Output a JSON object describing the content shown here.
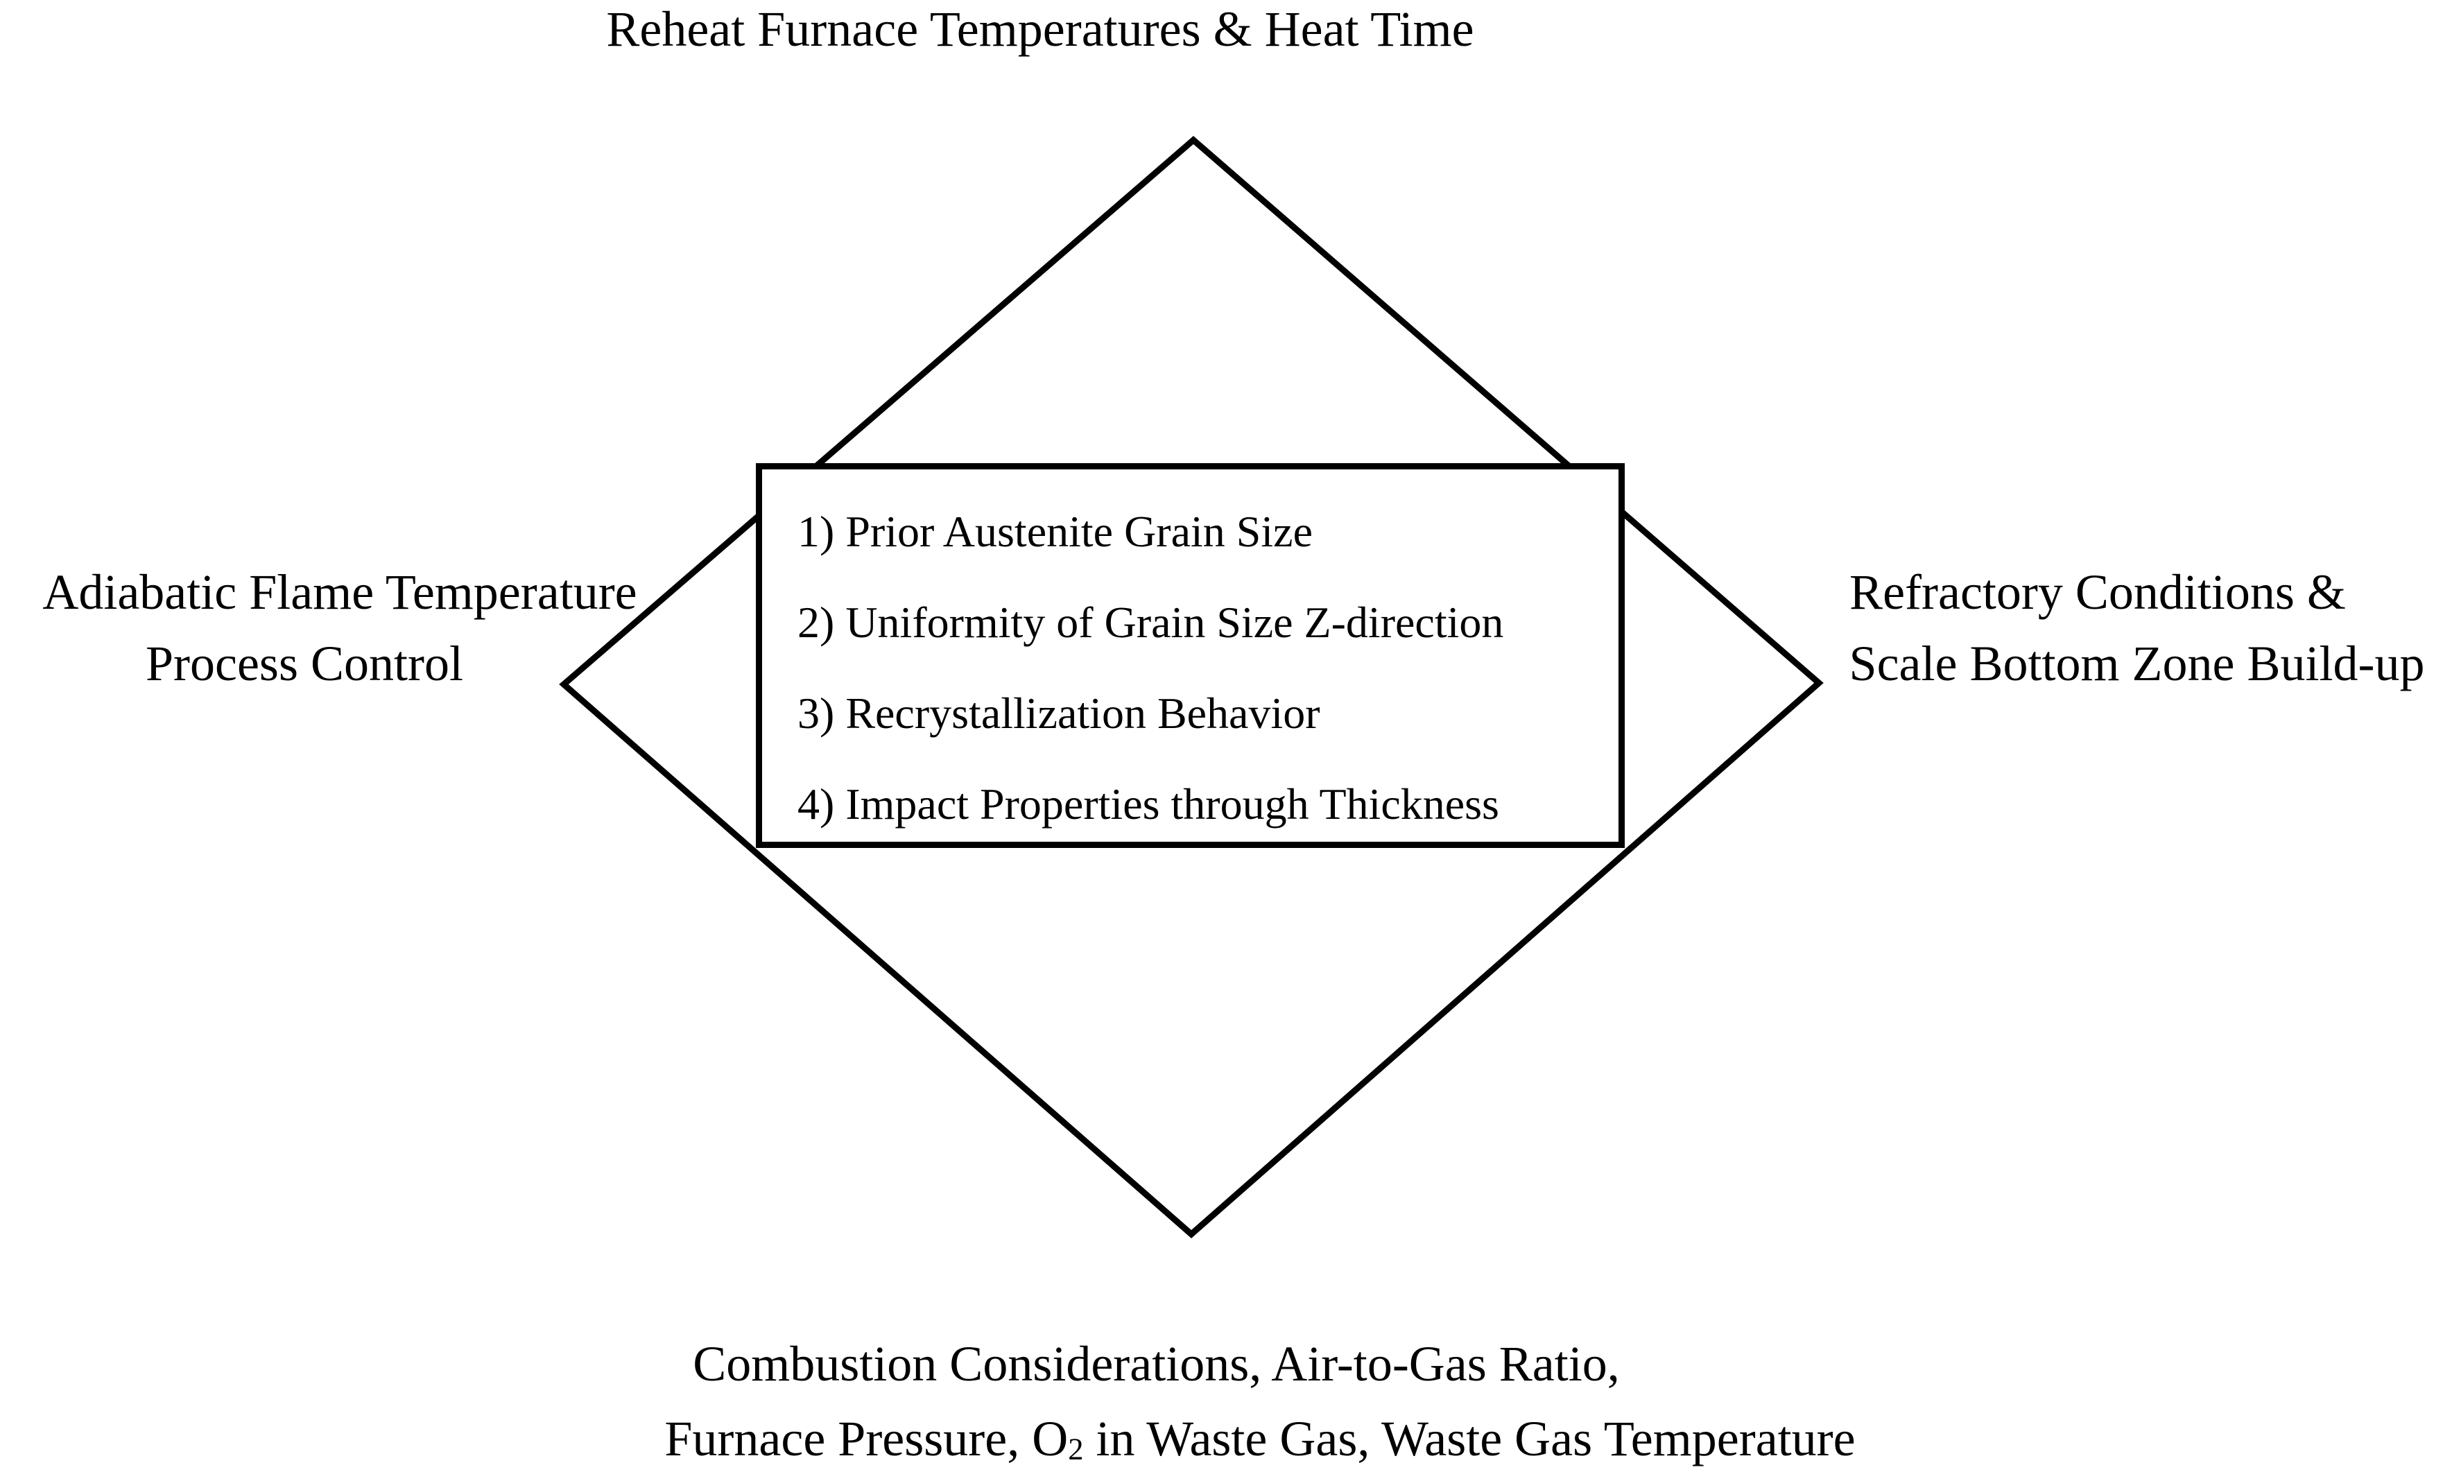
{
  "diagram": {
    "title": "Reheat Furnace Temperatures & Heat Time",
    "left_label": {
      "line1": "Adiabatic Flame Temperature",
      "line2": "Process Control"
    },
    "right_label": {
      "line1": "Refractory Conditions &",
      "line2": "Scale Bottom Zone Build-up"
    },
    "bottom_label": {
      "line1": "Combustion Considerations, Air-to-Gas Ratio,",
      "line2_prefix": "Furnace Pressure, O",
      "line2_sub": "2",
      "line2_suffix": " in Waste Gas, Waste Gas Temperature"
    },
    "center_box_items": [
      "1) Prior Austenite Grain Size",
      "2) Uniformity of Grain Size Z-direction",
      "3) Recrystallization Behavior",
      "4) Impact Properties through Thickness"
    ],
    "colors": {
      "line": "#000000",
      "background": "#ffffff",
      "text": "#000000"
    }
  }
}
